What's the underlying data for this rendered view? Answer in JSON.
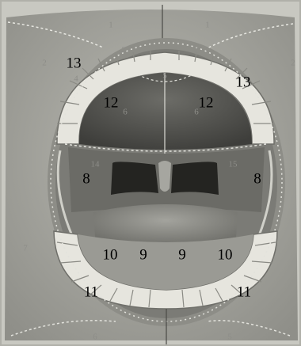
{
  "labels": {
    "l13_left": "13",
    "l13_right": "13",
    "l12_left": "12",
    "l12_right": "12",
    "l8_left": "8",
    "l8_right": "8",
    "l10_left": "10",
    "l10_right": "10",
    "l9_left": "9",
    "l9_right": "9",
    "l11_left": "11",
    "l11_right": "11"
  },
  "printed_markers": {
    "m1_left": "1",
    "m1_right": "1",
    "m2_left": "2",
    "m2_right": "2",
    "m3_left": "3",
    "m3_right": "3",
    "m5": "5",
    "m6_left": "6",
    "m6_right": "6",
    "m4": "4",
    "m14_left": "14",
    "m14_right": "15",
    "m7": "7",
    "m6_bottom_left": "6",
    "m5_bottom_right": "5"
  },
  "colors": {
    "paper": "#c9c9c2",
    "face": "#a9a9a2",
    "lip": "#8e8e88",
    "palate": "#5a5a56",
    "throat": "#232320",
    "tongue": "#8b8b85",
    "teeth": "#e7e6df"
  }
}
